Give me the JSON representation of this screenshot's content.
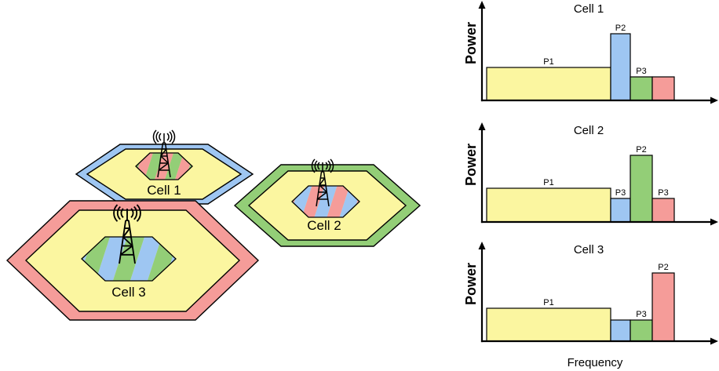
{
  "palette": {
    "yellow": "#FBF6A0",
    "blue": "#9EC6F2",
    "green": "#93CE77",
    "red": "#F59C99",
    "outline": "#000000"
  },
  "diagram": {
    "cells": [
      {
        "label": "Cell 1",
        "edge_color": "blue",
        "center_color": "yellow",
        "stripe_colors": [
          "red",
          "green"
        ]
      },
      {
        "label": "Cell 2",
        "edge_color": "green",
        "center_color": "yellow",
        "stripe_colors": [
          "blue",
          "red"
        ]
      },
      {
        "label": "Cell 3",
        "edge_color": "red",
        "center_color": "yellow",
        "stripe_colors": [
          "green",
          "blue"
        ]
      }
    ],
    "antenna_icon": "radio-tower-icon"
  },
  "chart_data": [
    {
      "type": "bar",
      "title": "Cell 1",
      "ylabel": "Power",
      "xlabel": "",
      "bars": [
        {
          "label": "P1",
          "band": "yellow",
          "width": 158,
          "height": 42
        },
        {
          "label": "P2",
          "band": "blue",
          "width": 25,
          "height": 85
        },
        {
          "label": "P3",
          "band": "green",
          "width": 28,
          "height": 30
        },
        {
          "label": "",
          "band": "red",
          "width": 28,
          "height": 30
        }
      ]
    },
    {
      "type": "bar",
      "title": "Cell 2",
      "ylabel": "Power",
      "xlabel": "",
      "bars": [
        {
          "label": "P1",
          "band": "yellow",
          "width": 158,
          "height": 43
        },
        {
          "label": "P3",
          "band": "blue",
          "width": 25,
          "height": 30
        },
        {
          "label": "P2",
          "band": "green",
          "width": 28,
          "height": 85
        },
        {
          "label": "P3",
          "band": "red",
          "width": 28,
          "height": 30
        }
      ]
    },
    {
      "type": "bar",
      "title": "Cell 3",
      "ylabel": "Power",
      "xlabel": "Frequency",
      "bars": [
        {
          "label": "P1",
          "band": "yellow",
          "width": 158,
          "height": 42
        },
        {
          "label": "",
          "band": "blue",
          "width": 25,
          "height": 27
        },
        {
          "label": "P3",
          "band": "green",
          "width": 28,
          "height": 27
        },
        {
          "label": "P2",
          "band": "red",
          "width": 28,
          "height": 87
        }
      ]
    }
  ]
}
